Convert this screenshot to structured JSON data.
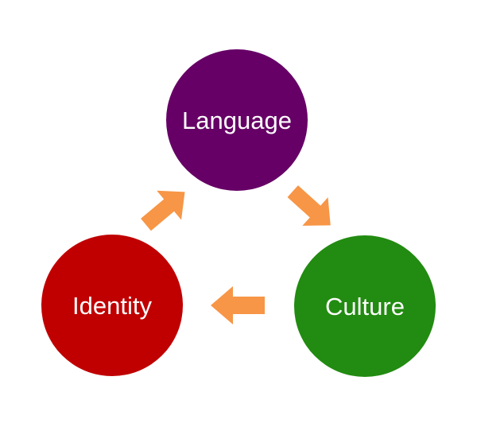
{
  "nodes": [
    {
      "id": "language",
      "label": "Language",
      "color": "#660066"
    },
    {
      "id": "culture",
      "label": "Culture",
      "color": "#228B11"
    },
    {
      "id": "identity",
      "label": "Identity",
      "color": "#C00000"
    }
  ],
  "edges": [
    {
      "from": "language",
      "to": "culture"
    },
    {
      "from": "culture",
      "to": "identity"
    },
    {
      "from": "identity",
      "to": "language"
    }
  ],
  "arrow_color": "#F79646"
}
